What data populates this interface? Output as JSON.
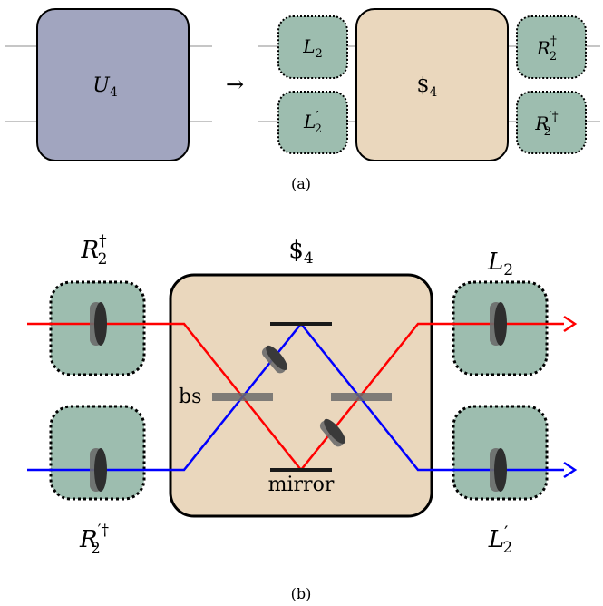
{
  "panel_a": {
    "caption": "(a)",
    "arrow": "→",
    "u4": {
      "base": "U",
      "sub": "4"
    },
    "l2": {
      "base": "L",
      "sub": "2"
    },
    "l2p": {
      "base": "L",
      "prime": "′",
      "sub": "2"
    },
    "s4": {
      "base": "$",
      "sub": "4"
    },
    "r2d": {
      "base": "R",
      "sup": "†",
      "sub": "2"
    },
    "r2pd": {
      "base": "R",
      "sup": "′†",
      "sub": "2"
    }
  },
  "panel_b": {
    "caption": "(b)",
    "r2d": {
      "base": "R",
      "sup": "†",
      "sub": "2"
    },
    "r2pd": {
      "base": "R",
      "sup": "′†",
      "sub": "2"
    },
    "s4": {
      "base": "$",
      "sub": "4"
    },
    "l2": {
      "base": "L",
      "sub": "2"
    },
    "l2p": {
      "base": "L",
      "prime": "′",
      "sub": "2"
    },
    "bs_label": "bs",
    "mirror_label": "mirror"
  },
  "colors": {
    "u_fill": "#a1a5bf",
    "s_fill": "#ead7bd",
    "green_fill": "#9dbdaf",
    "red_beam": "#ff0000",
    "blue_beam": "#0000ff",
    "wire": "#b3b3b3",
    "optic": "#6b6b6b",
    "optic_dark": "#3a3a3a"
  }
}
